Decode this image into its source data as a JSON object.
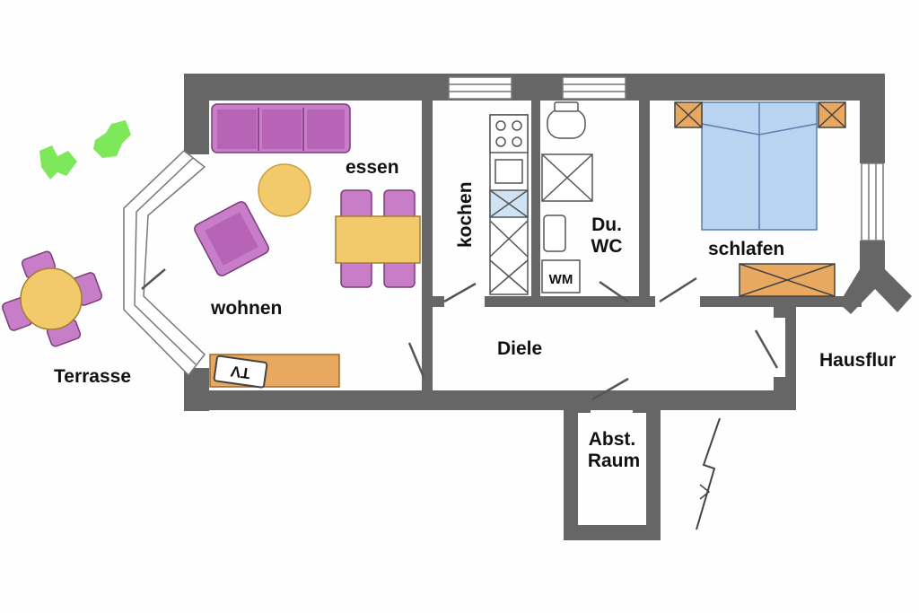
{
  "rooms": {
    "terrasse": "Terrasse",
    "wohnen": "wohnen",
    "essen": "essen",
    "kochen": "kochen",
    "du_wc_line1": "Du.",
    "du_wc_line2": "WC",
    "schlafen": "schlafen",
    "diele": "Diele",
    "hausflur": "Hausflur",
    "abst_line1": "Abst.",
    "abst_line2": "Raum"
  },
  "appliances": {
    "tv": "TV",
    "washing_machine": "WM"
  },
  "colors": {
    "wall": "#666666",
    "sofa": "#c77dc7",
    "table": "#f2c96b",
    "sideboard": "#e8a860",
    "bed": "#b8d4f0",
    "plant": "#7de85a",
    "window": "#ffffff"
  }
}
